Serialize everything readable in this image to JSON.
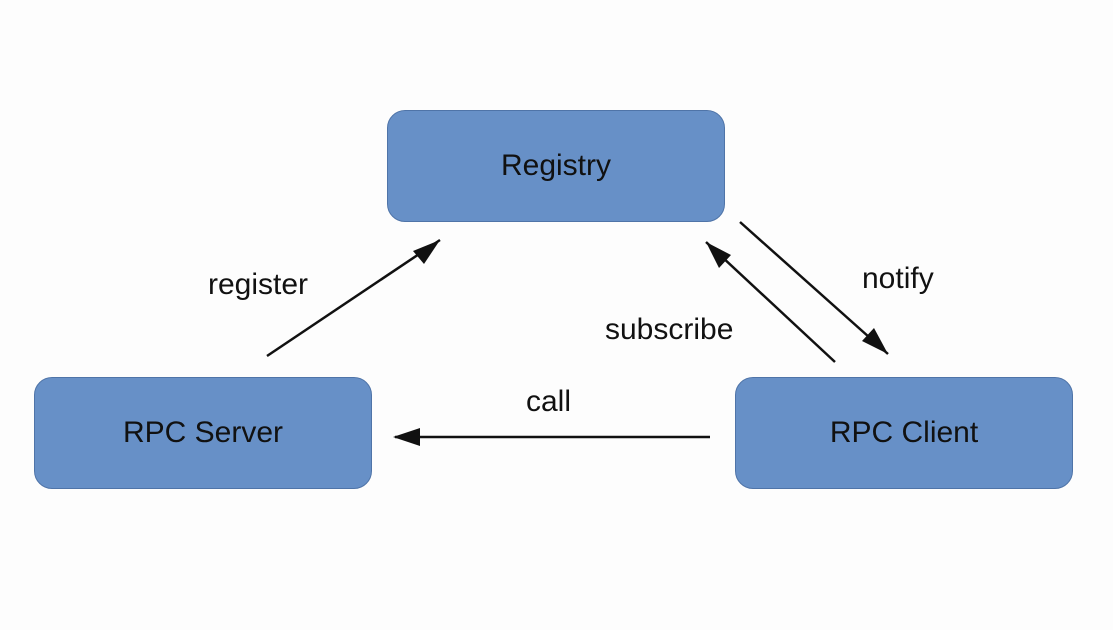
{
  "nodes": {
    "registry": "Registry",
    "server": "RPC Server",
    "client": "RPC Client"
  },
  "edges": {
    "register": "register",
    "notify": "notify",
    "subscribe": "subscribe",
    "call": "call"
  },
  "colors": {
    "node_fill": "#6790c7",
    "node_border": "#4f74a8",
    "arrow": "#111111"
  }
}
